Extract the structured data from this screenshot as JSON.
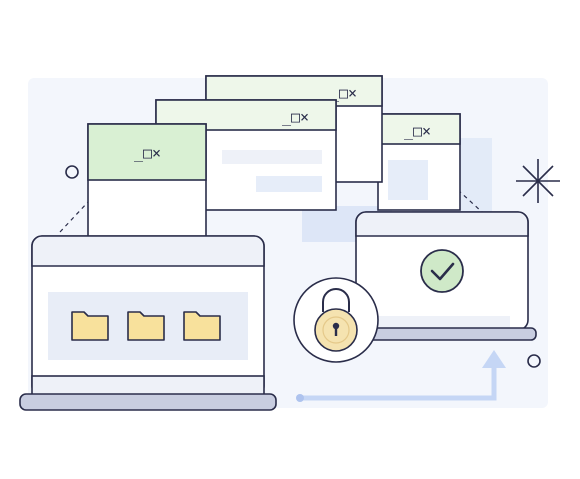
{
  "illustration": {
    "subject": "secure-file-transfer",
    "windows": [
      {
        "id": "window-front",
        "controls": "_□×",
        "header_color": "#d9f0d3"
      },
      {
        "id": "window-middle",
        "controls": "_□×",
        "header_color": "#eef7ea"
      },
      {
        "id": "window-back",
        "controls": "_□×",
        "header_color": "#eef7ea"
      },
      {
        "id": "window-right",
        "controls": "_□×",
        "header_color": "#eef7ea"
      }
    ],
    "left_laptop": {
      "folders": 3,
      "folder_color": "#f8e19c"
    },
    "right_laptop": {
      "status": "verified",
      "check_color": "#cfe9c8"
    },
    "lock": {
      "state": "locked",
      "color": "#f5e3b0"
    },
    "icons": [
      "folder-icon",
      "check-circle-icon",
      "padlock-icon",
      "sparkle-icon",
      "arrow-up-icon"
    ],
    "colors": {
      "outline": "#2a2d4a",
      "screen": "#eef1f8",
      "laptop_base": "#c8cde0",
      "accent_blue": "#cfdcf6",
      "arrow_blue": "#c5d6f5"
    }
  }
}
